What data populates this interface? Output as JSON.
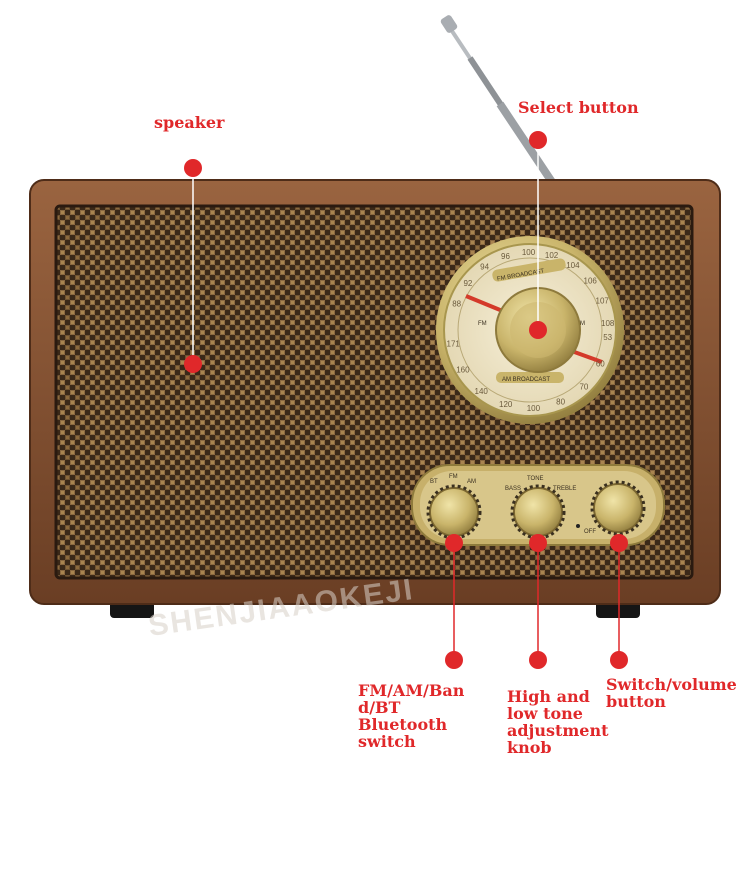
{
  "labels": {
    "speaker": "speaker",
    "select_button": "Select button",
    "band_switch": "FM/AM/Ban\nd/BT\nBluetooth\nswitch",
    "tone_knob": "High and\nlow tone\nadjustment\nknob",
    "volume_button": "Switch/volume\nbutton"
  },
  "dial": {
    "top_band": "FM BROADCAST",
    "bottom_band": "AM BROADCAST",
    "fm_scale": [
      "88",
      "92",
      "94",
      "96",
      "100",
      "102",
      "104",
      "106",
      "107",
      "108"
    ],
    "am_scale": [
      "171",
      "160",
      "140",
      "120",
      "100",
      "80",
      "70",
      "60",
      "53"
    ],
    "fm_side": "FM",
    "am_side": "AM"
  },
  "panel": {
    "band_labels": [
      "BT",
      "FM",
      "AM"
    ],
    "tone_label": "TONE",
    "bass_label": "BASS",
    "treble_label": "TREBLE",
    "off_label": "OFF"
  },
  "watermark": "SHENJIAAOKEJI",
  "colors": {
    "callout": "#e0282a",
    "wood": "#7a4a2c",
    "grille": "#3b2a1c",
    "brass": "#c9b46a"
  }
}
